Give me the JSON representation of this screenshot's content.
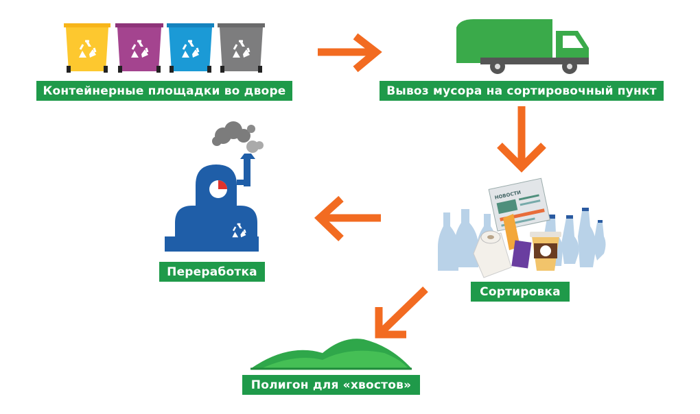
{
  "colors": {
    "label_green": "#1f9a4a",
    "arrow_orange": "#f26b21",
    "bin_yellow": "#fdc82f",
    "bin_purple": "#a4448f",
    "bin_blue": "#1b9ad6",
    "bin_gray": "#7d7d7e",
    "truck_green": "#3aaa4a",
    "factory_blue": "#1f5ea8"
  },
  "steps": {
    "containers": "Контейнерные площадки во дворе",
    "transport": "Вывоз мусора на сортировочный пункт",
    "sorting": "Сортировка",
    "recycling": "Переработка",
    "landfill": "Полигон для «хвостов»"
  },
  "newspaper_title": "НОВОСТИ",
  "icons": [
    "recycle-icon",
    "garbage-truck-icon",
    "factory-icon",
    "landfill-hills-icon",
    "arrow-icon"
  ]
}
